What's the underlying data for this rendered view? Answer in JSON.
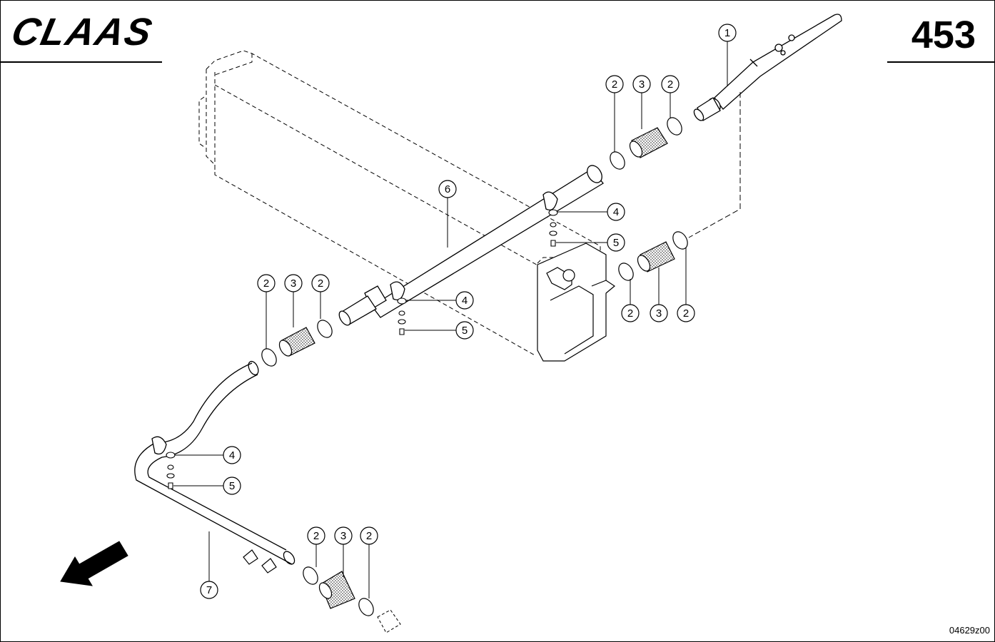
{
  "header": {
    "brand": "CLAAS",
    "page_number": "453"
  },
  "footer": {
    "drawing_code": "04629z00"
  },
  "callouts": [
    {
      "id": "c1",
      "label": "1"
    },
    {
      "id": "c2a",
      "label": "2"
    },
    {
      "id": "c3a",
      "label": "3"
    },
    {
      "id": "c2b",
      "label": "2"
    },
    {
      "id": "c6",
      "label": "6"
    },
    {
      "id": "c4a",
      "label": "4"
    },
    {
      "id": "c5a",
      "label": "5"
    },
    {
      "id": "c2c",
      "label": "2"
    },
    {
      "id": "c3b",
      "label": "3"
    },
    {
      "id": "c2d",
      "label": "2"
    },
    {
      "id": "c2e",
      "label": "2"
    },
    {
      "id": "c3c",
      "label": "3"
    },
    {
      "id": "c2f",
      "label": "2"
    },
    {
      "id": "c4b",
      "label": "4"
    },
    {
      "id": "c5b",
      "label": "5"
    },
    {
      "id": "c4c",
      "label": "4"
    },
    {
      "id": "c5c",
      "label": "5"
    },
    {
      "id": "c2g",
      "label": "2"
    },
    {
      "id": "c3d",
      "label": "3"
    },
    {
      "id": "c2h",
      "label": "2"
    },
    {
      "id": "c7",
      "label": "7"
    }
  ]
}
